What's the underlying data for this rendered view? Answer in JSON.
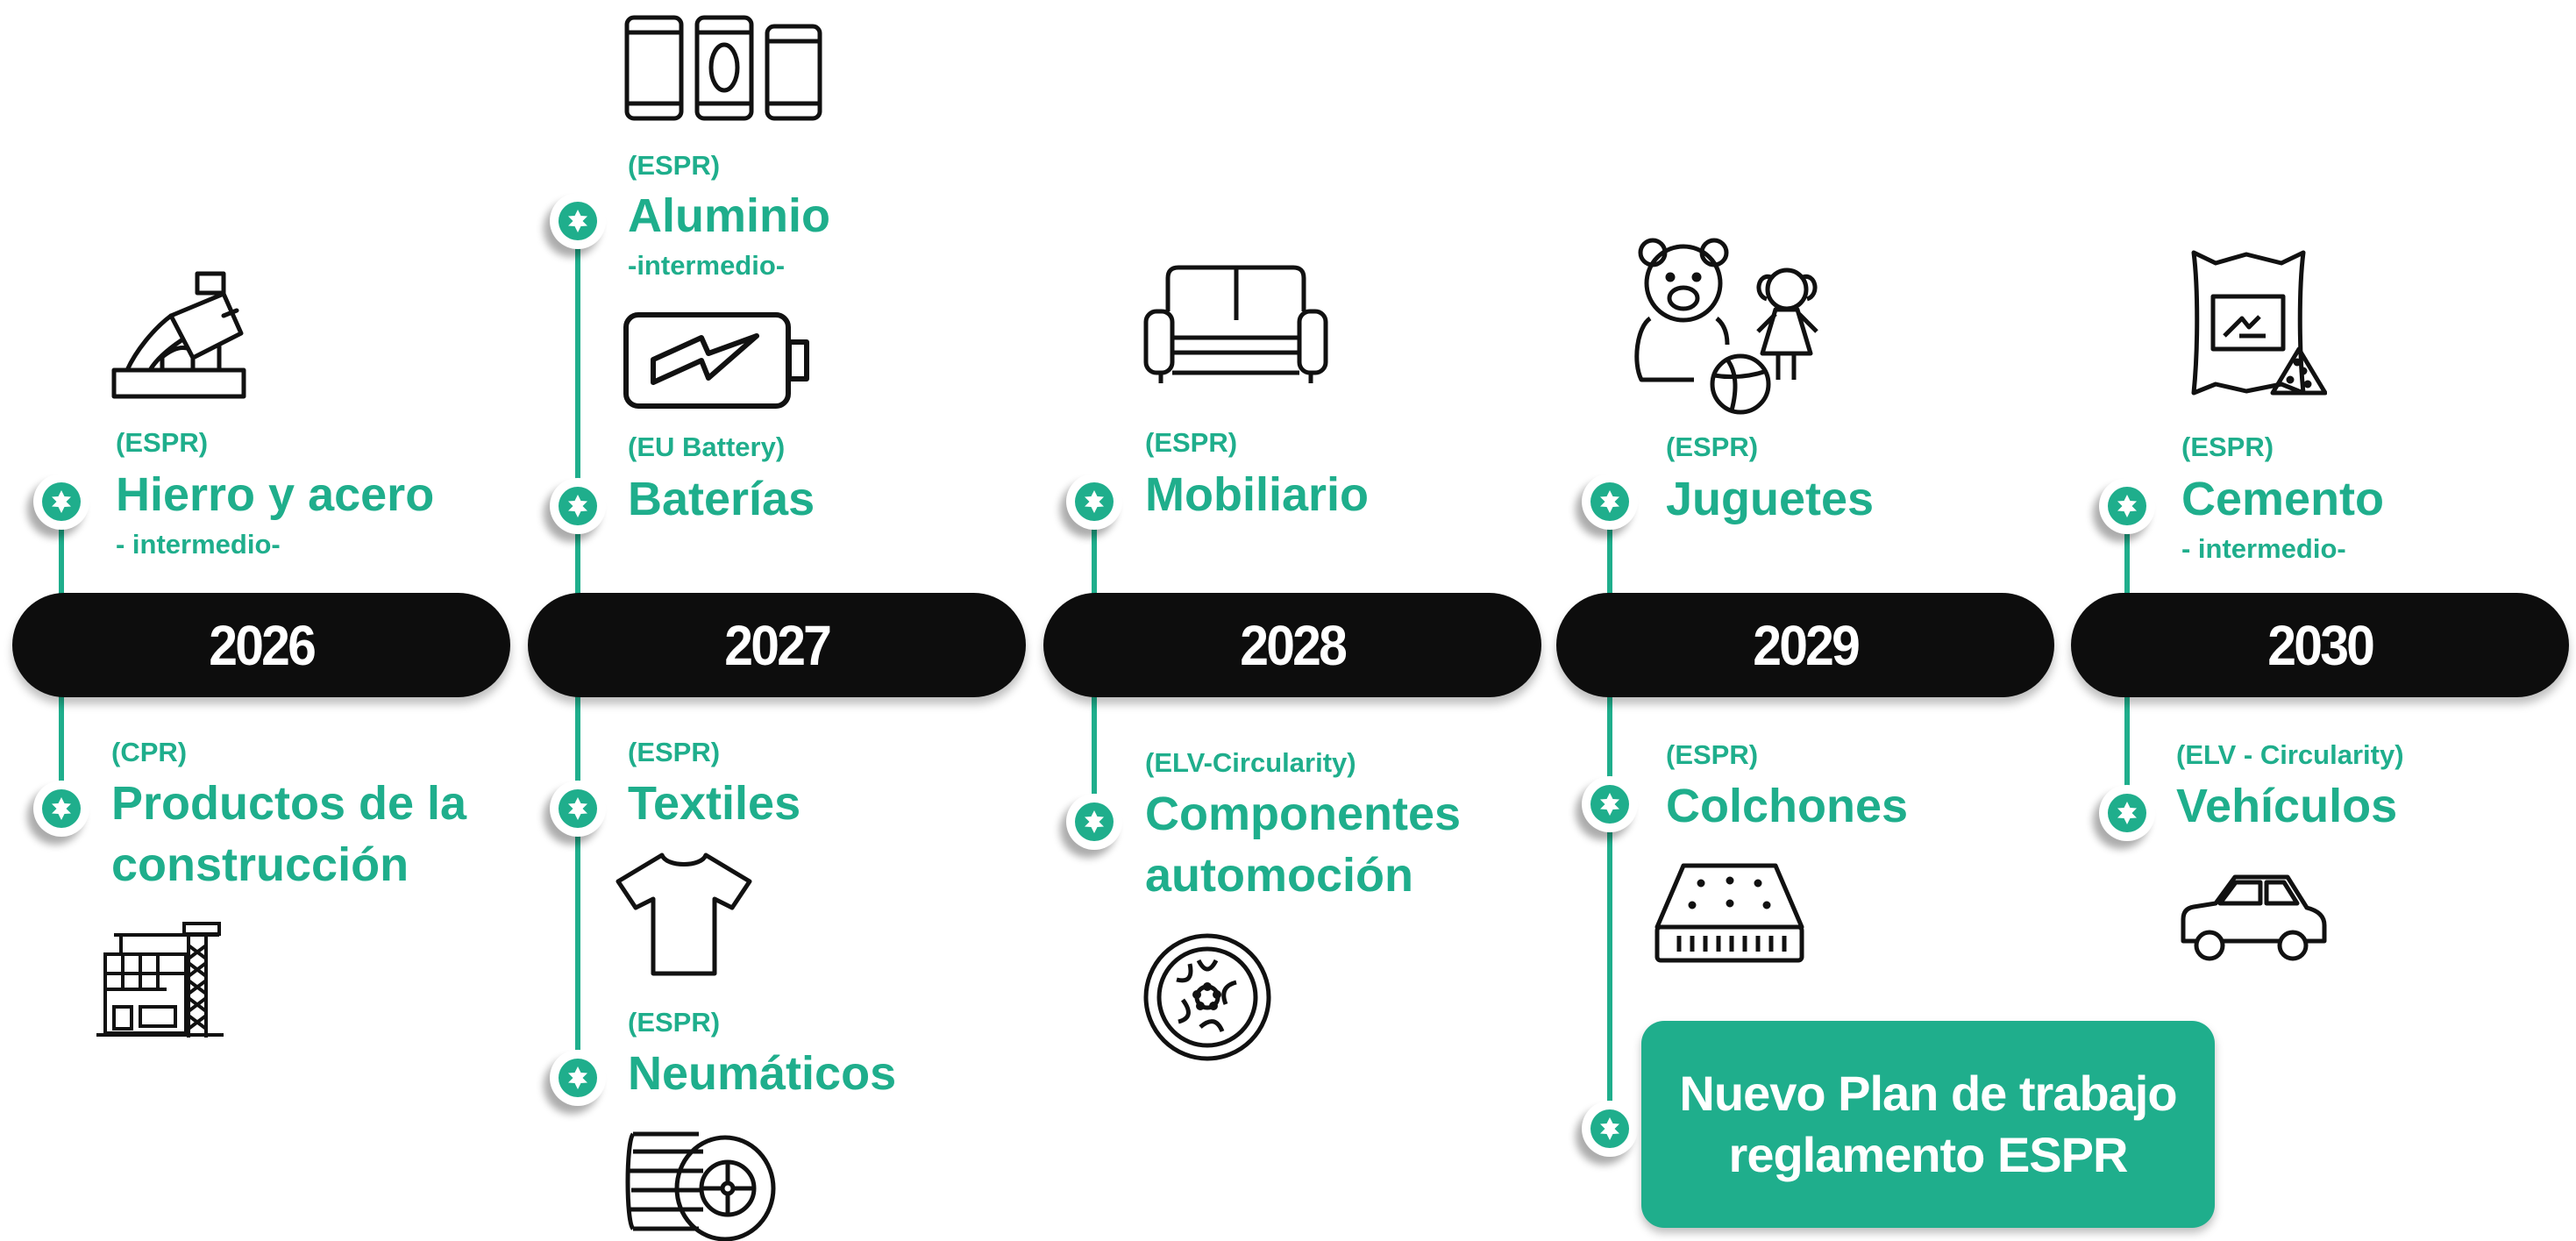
{
  "years": [
    "2026",
    "2027",
    "2028",
    "2029",
    "2030"
  ],
  "items": {
    "hierro": {
      "tag": "(ESPR)",
      "name": "Hierro y acero",
      "sub": "- intermedio-"
    },
    "cpr": {
      "tag": "(CPR)",
      "name_line1": "Productos de la",
      "name_line2": "construcción"
    },
    "aluminio": {
      "tag": "(ESPR)",
      "name": "Aluminio",
      "sub": "-intermedio-"
    },
    "baterias": {
      "tag": "(EU Battery)",
      "name": "Baterías"
    },
    "textiles": {
      "tag": "(ESPR)",
      "name": "Textiles"
    },
    "neumaticos": {
      "tag": "(ESPR)",
      "name": "Neumáticos"
    },
    "mobiliario": {
      "tag": "(ESPR)",
      "name": "Mobiliario"
    },
    "componentes": {
      "tag": "(ELV-Circularity)",
      "name_line1": "Componentes",
      "name_line2": "automoción"
    },
    "juguetes": {
      "tag": "(ESPR)",
      "name": "Juguetes"
    },
    "colchones": {
      "tag": "(ESPR)",
      "name": "Colchones"
    },
    "cemento": {
      "tag": "(ESPR)",
      "name": "Cemento",
      "sub": "- intermedio-"
    },
    "vehiculos": {
      "tag": "(ELV - Circularity)",
      "name": "Vehículos"
    }
  },
  "callout": {
    "line1": "Nuevo Plan de trabajo",
    "line2": "reglamento ESPR"
  },
  "colors": {
    "accent": "#1fae8c",
    "bar": "#0d0d0d",
    "text_on_dark": "#ffffff"
  },
  "icons": [
    "ladle-steel-icon",
    "construction-crane-icon",
    "cans-icon",
    "battery-icon",
    "tshirt-icon",
    "tires-icon",
    "sofa-icon",
    "wheel-rim-icon",
    "toys-icon",
    "mattress-icon",
    "cement-bag-icon",
    "car-icon",
    "star-icon"
  ]
}
